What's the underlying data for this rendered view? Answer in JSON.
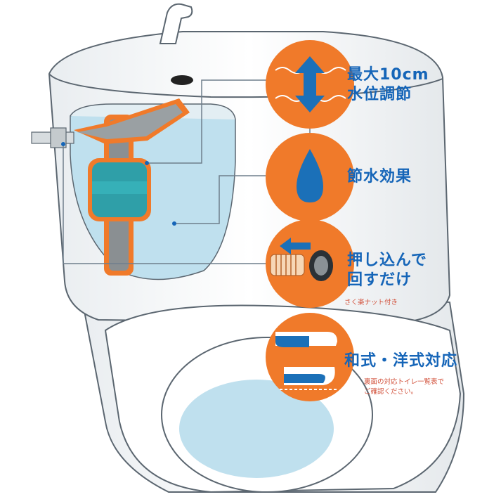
{
  "colors": {
    "accent_orange": "#f07a2a",
    "label_blue": "#1565b8",
    "water_blue": "#bfe0ee",
    "icon_blue": "#1b70b8",
    "line_gray": "#6f7f8c"
  },
  "features": [
    {
      "icon": "water-level-adjust-icon",
      "lines": [
        "最大10cm",
        "水位調節"
      ]
    },
    {
      "icon": "water-drop-icon",
      "lines": [
        "節水効果"
      ]
    },
    {
      "icon": "push-in-nut-icon",
      "lines": [
        "押し込んで",
        "回すだけ"
      ],
      "note": "さく楽ナット付き"
    },
    {
      "icon": "toilet-type-icon",
      "lines": [
        "和式・洋式対応"
      ],
      "note_lines": [
        "裏面の対応トイレ一覧表で",
        "ご確認ください。"
      ]
    }
  ]
}
